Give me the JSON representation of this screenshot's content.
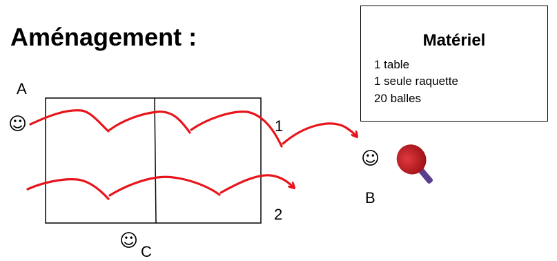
{
  "title": "Aménagement :",
  "materiel": {
    "heading": "Matériel",
    "items": [
      "1 table",
      "1 seule raquette",
      "20 balles"
    ]
  },
  "labels": {
    "player_a": "A",
    "player_b": "B",
    "player_c": "C",
    "path_1": "1",
    "path_2": "2"
  },
  "smiley_glyph": "☺",
  "colors": {
    "trajectory": "#e8141c",
    "paddle_head": "#c0171d",
    "paddle_handle": "#5b3f8c"
  }
}
